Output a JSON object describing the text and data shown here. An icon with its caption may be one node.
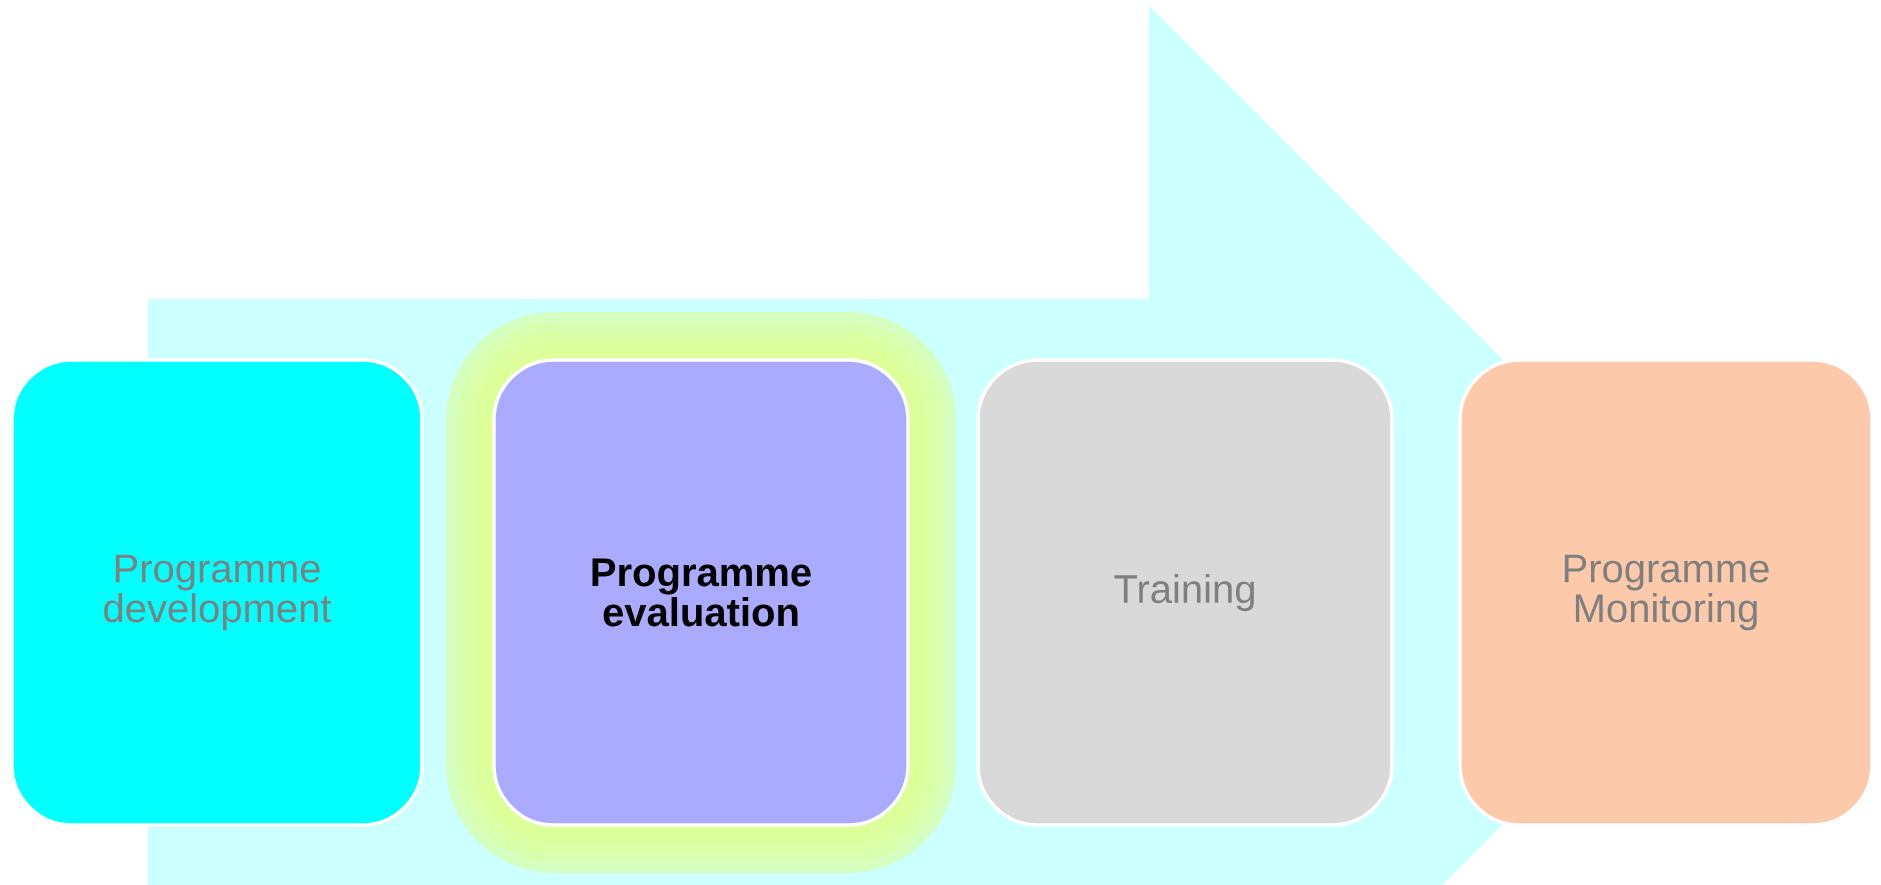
{
  "diagram": {
    "nodes": [
      {
        "text": [
          "Programme development"
        ]
      },
      {
        "text": [
          "Programme evaluation"
        ]
      },
      {
        "text": [
          "Training"
        ]
      },
      {
        "text": [
          "Programme Monitoring"
        ]
      }
    ]
  }
}
